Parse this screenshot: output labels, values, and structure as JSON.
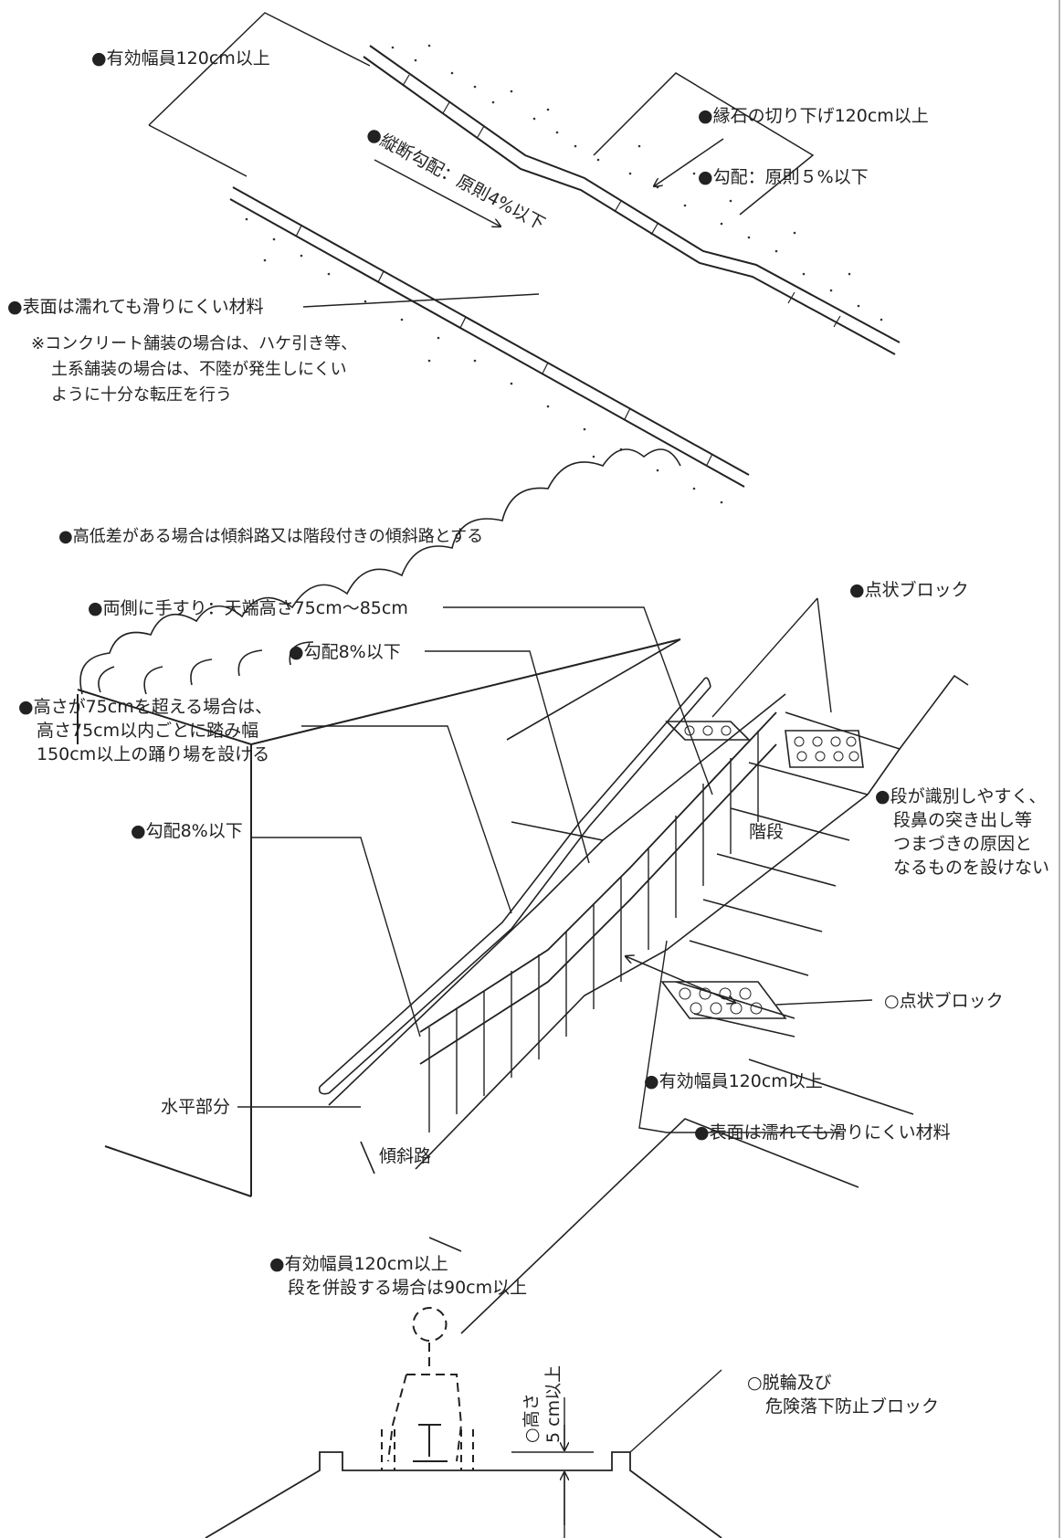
{
  "section1": {
    "width_label": "●有効幅員120cm以上",
    "curb_label": "●縁石の切り下げ120cm以上",
    "curb_slope_label": "●勾配：原則５%以下",
    "longitudinal_label": "●縦断勾配：原則4%以下",
    "surface_label": "●表面は濡れても滑りにくい材料",
    "note_lines": [
      "※コンクリート舗装の場合は、ハケ引き等、",
      "土系舗装の場合は、不陸が発生しにくい",
      "ように十分な転圧を行う"
    ]
  },
  "section2": {
    "heading": "●高低差がある場合は傾斜路又は階段付きの傾斜路とする",
    "handrail_label": "●両側に手すり：天端高さ75cm～85cm",
    "slope_top_label": "●勾配8%以下",
    "landing_lines": [
      "●高さが75cmを超える場合は、",
      "高さ75cm以内ごとに踏み幅",
      "150cm以上の踊り場を設ける"
    ],
    "slope_mid_label": "●勾配8%以下",
    "tactile_label": "●点状ブロック",
    "steps_lines": [
      "●段が識別しやすく、",
      "段鼻の突き出し等",
      "つまづきの原因と",
      "なるものを設けない"
    ],
    "steps_text": "階段",
    "tactile_lower_label": "○点状ブロック",
    "width_right_label": "●有効幅員120cm以上",
    "ramp_text": "傾斜路",
    "horizontal_label": "水平部分",
    "surface_label": "●表面は濡れても滑りにくい材料",
    "width_bottom_lines": [
      "●有効幅員120cm以上",
      "段を併設する場合は90cm以上"
    ]
  },
  "section3": {
    "curb_block_lines": [
      "○脱輪及び",
      "危険落下防止ブロック"
    ],
    "height_label": "○高さ",
    "height_value": "5 cm以上"
  }
}
